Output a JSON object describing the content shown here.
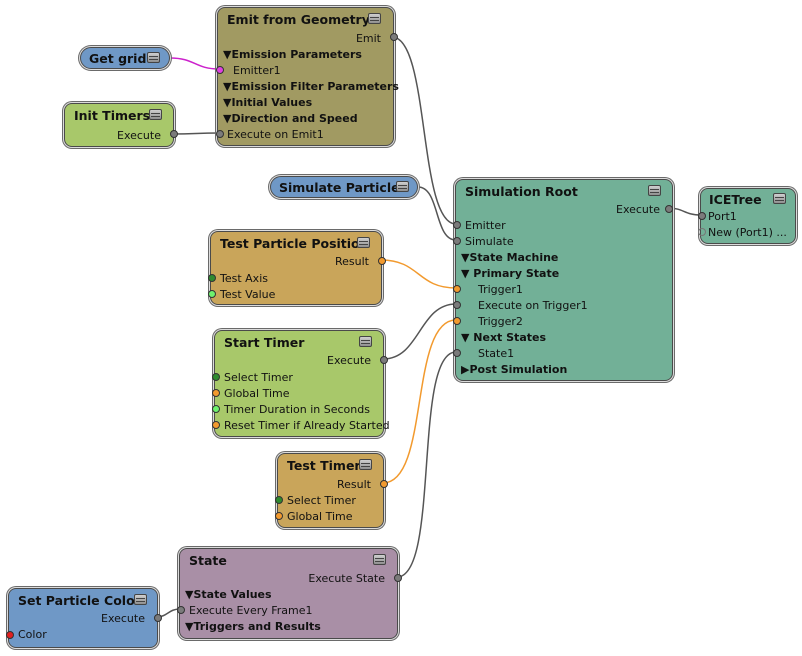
{
  "colors": {
    "emit_node": "#a19a62",
    "getgrid_node": "#6f98c6",
    "init_node": "#a8c86a",
    "simulate_node": "#6f98c6",
    "test_particle_node": "#c9a55a",
    "start_timer_node": "#a8c86a",
    "test_timer_node": "#c9a55a",
    "state_node": "#a98fa6",
    "set_color_node": "#6f98c6",
    "sim_root_node": "#72b097",
    "icetree_node": "#72b097",
    "wire_grey": "#555555",
    "wire_orange": "#f29a2e",
    "wire_magenta": "#cc22cc"
  },
  "nodes": {
    "emit_from_geometry": {
      "title": "Emit from Geometry",
      "out_emit": "Emit",
      "emission_parameters": "▼Emission Parameters",
      "emitter1": "Emitter1",
      "emission_filter": "▼Emission Filter Parameters",
      "initial_values": "▼Initial Values",
      "direction_speed": "▼Direction and Speed",
      "execute_on_emit1": "Execute on Emit1"
    },
    "get_grid": {
      "title": "Get grid"
    },
    "init_timers": {
      "title": "Init Timers",
      "out_execute": "Execute"
    },
    "simulate_particles": {
      "title": "Simulate Particles"
    },
    "test_particle_position": {
      "title": "Test Particle Position",
      "out_result": "Result",
      "test_axis": "Test Axis",
      "test_value": "Test Value"
    },
    "start_timer": {
      "title": "Start Timer",
      "out_execute": "Execute",
      "select_timer": "Select Timer",
      "global_time": "Global Time",
      "timer_duration": "Timer Duration in Seconds",
      "reset_timer": "Reset Timer if Already Started"
    },
    "test_timer": {
      "title": "Test Timer",
      "out_result": "Result",
      "select_timer": "Select Timer",
      "global_time": "Global Time"
    },
    "state": {
      "title": "State",
      "out_execute_state": "Execute State",
      "state_values": "▼State Values",
      "execute_every_frame1": "Execute Every Frame1",
      "triggers_results": "▼Triggers and Results"
    },
    "set_particle_color": {
      "title": "Set Particle Color",
      "out_execute": "Execute",
      "color": "Color"
    },
    "simulation_root": {
      "title": "Simulation Root",
      "out_execute": "Execute",
      "emitter": "Emitter",
      "simulate": "Simulate",
      "state_machine": "▼State Machine",
      "primary_state": "▼  Primary State",
      "trigger1": "Trigger1",
      "execute_on_trigger1": "Execute on Trigger1",
      "trigger2": "Trigger2",
      "next_states": "▼  Next States",
      "state1": "State1",
      "post_simulation": "▶Post Simulation"
    },
    "ice_tree": {
      "title": "ICETree",
      "port1": "Port1",
      "new_port": "New (Port1) ..."
    }
  }
}
